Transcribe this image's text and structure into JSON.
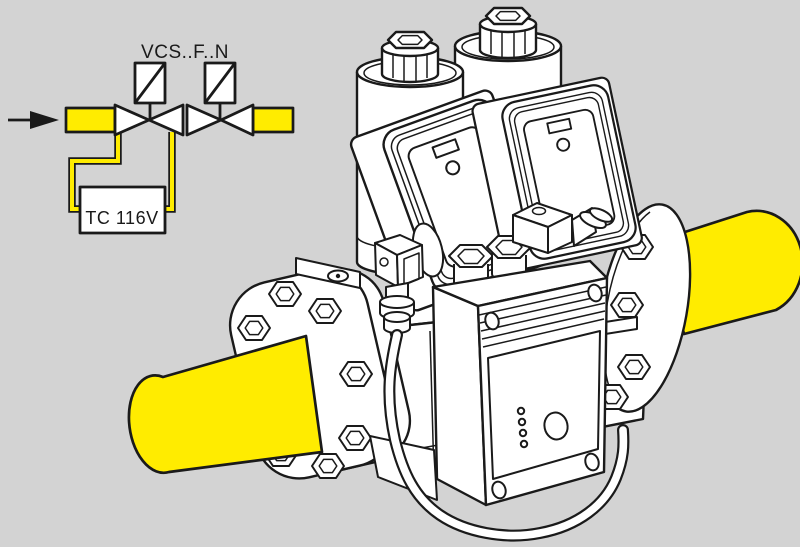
{
  "colors": {
    "background": "#d3d3d3",
    "pipe_yellow": "#ffec00",
    "outline": "#1a1a1a",
    "body_white": "#ffffff"
  },
  "schematic": {
    "model_label": "VCS..F..N",
    "controller_label": "TC 116V"
  },
  "illustration": {
    "led_count": 4
  }
}
